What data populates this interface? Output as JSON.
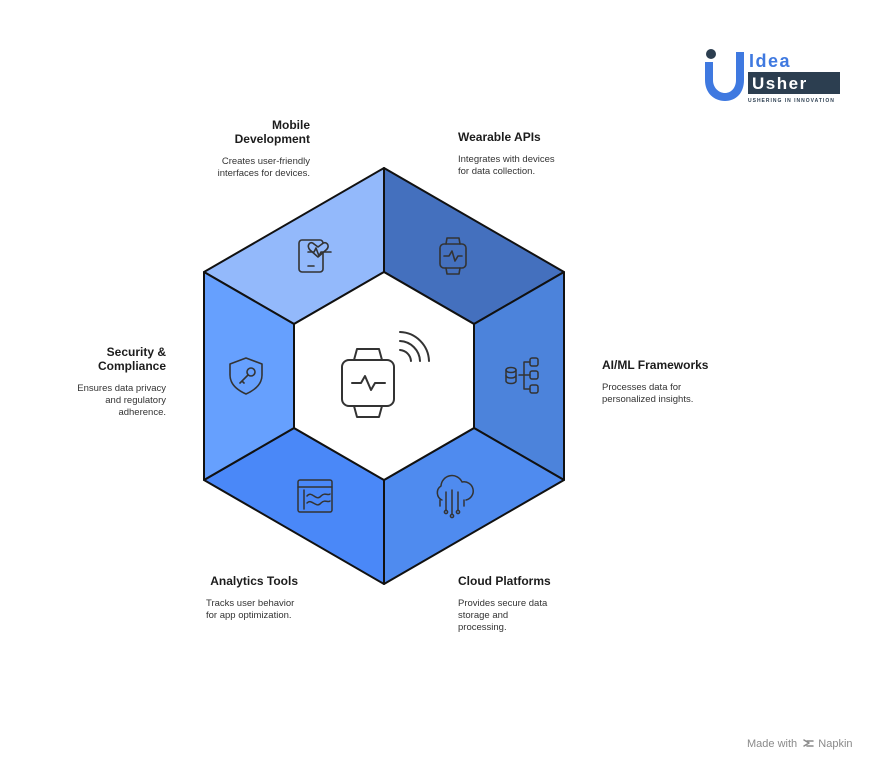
{
  "center": {
    "icon": "smartwatch-signal-icon"
  },
  "segments": [
    {
      "title": "Mobile\nDevelopment",
      "description": "Creates user-friendly\ninterfaces for devices.",
      "icon": "phone-heart-icon",
      "color": "#93b9fb"
    },
    {
      "title": "Wearable APIs",
      "description": "Integrates with devices\nfor data collection.",
      "icon": "smartwatch-icon",
      "color": "#4470be"
    },
    {
      "title": "AI/ML Frameworks",
      "description": "Processes data for\npersonalized insights.",
      "icon": "database-network-icon",
      "color": "#4c83db"
    },
    {
      "title": "Cloud Platforms",
      "description": "Provides secure data\nstorage and\nprocessing.",
      "icon": "cloud-circuit-icon",
      "color": "#4f8bef"
    },
    {
      "title": "Analytics Tools",
      "description": "Tracks user behavior\nfor app optimization.",
      "icon": "analytics-window-icon",
      "color": "#4a88f8"
    },
    {
      "title": "Security &\nCompliance",
      "description": "Ensures data privacy\nand regulatory\nadherence.",
      "icon": "shield-key-icon",
      "color": "#66a0fe"
    }
  ],
  "logo": {
    "word1": "Idea",
    "word2": "Usher",
    "tagline": "USHERING IN INNOVATION",
    "colors": {
      "blue": "#3f79e0",
      "dark": "#2c3e50"
    }
  },
  "footer": {
    "prefix": "Made with",
    "brand": "Napkin"
  }
}
